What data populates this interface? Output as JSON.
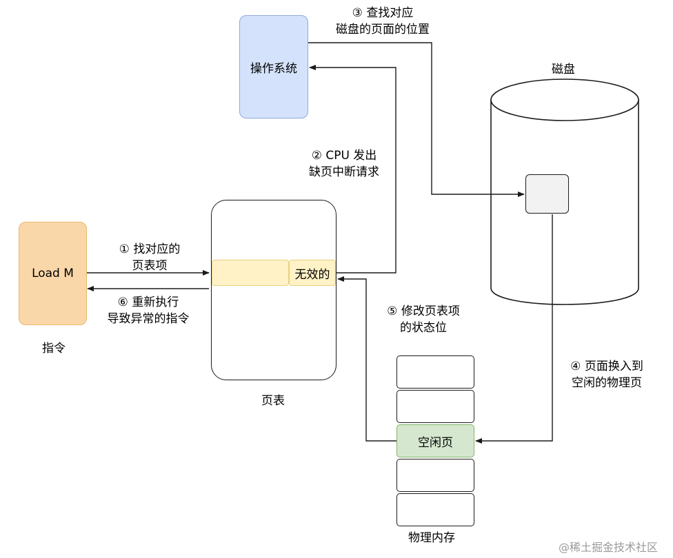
{
  "nodes": {
    "instruction_box": "Load M",
    "instruction_caption": "指令",
    "os_box": "操作系统",
    "page_table_invalid": "无效的",
    "page_table_caption": "页表",
    "disk_caption": "磁盘",
    "free_page": "空闲页",
    "memory_caption": "物理内存"
  },
  "steps": {
    "s1": [
      "① 找对应的",
      "页表项"
    ],
    "s2": [
      "② CPU 发出",
      "缺页中断请求"
    ],
    "s3": [
      "③ 查找对应",
      "磁盘的页面的位置"
    ],
    "s4": [
      "④ 页面换入到",
      "空闲的物理页"
    ],
    "s5": [
      "⑤ 修改页表项",
      "的状态位"
    ],
    "s6": [
      "⑥ 重新执行",
      "导致异常的指令"
    ]
  },
  "watermark": "@稀土掘金技术社区",
  "colors": {
    "instruction_fill": "#FAD7A9",
    "instruction_stroke": "#E8B86A",
    "os_fill": "#D4E2FB",
    "os_stroke": "#8FA9DC",
    "pte_fill": "#FFF2C6",
    "pte_stroke": "#E6D17F",
    "free_fill": "#D5E8CF",
    "free_stroke": "#82B366",
    "disk_block_fill": "#F2F2F2",
    "line": "#1a1a1a"
  }
}
